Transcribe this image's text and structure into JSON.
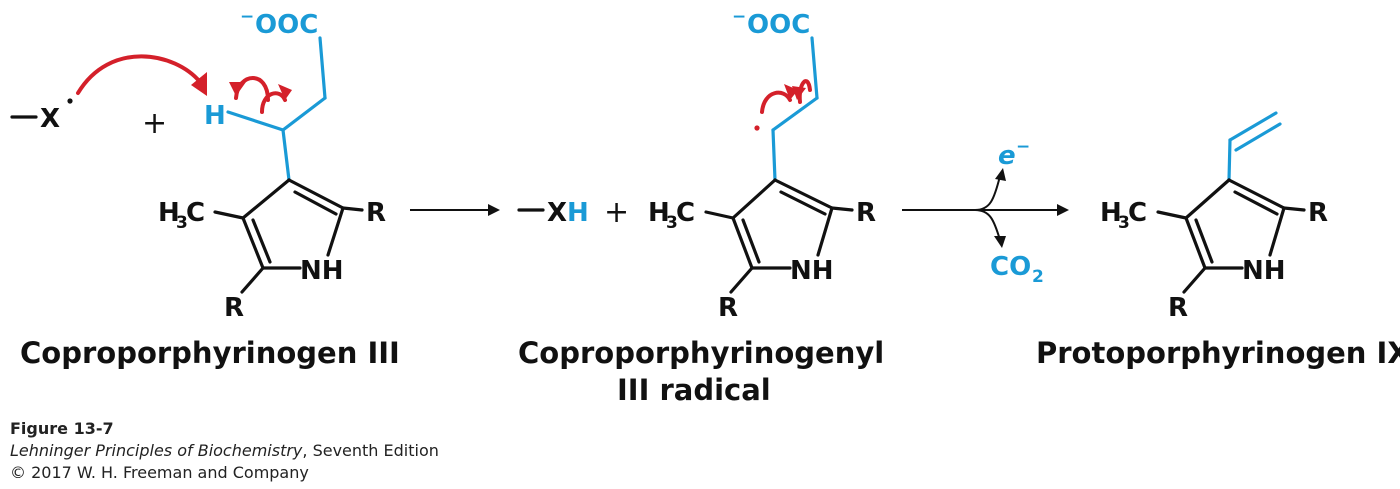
{
  "reactant": {
    "radical_atom": "X",
    "h_label": "H",
    "carboxylate_label": "OOC",
    "charge": "−",
    "methyl": "H",
    "methyl_sub": "3",
    "methyl_c": "C",
    "r1": "R",
    "r2": "R",
    "nh": "NH",
    "name": "Coproporphyrinogen III"
  },
  "intermediate": {
    "xh_x": "X",
    "xh_h": "H",
    "carboxylate_label": "OOC",
    "charge": "−",
    "methyl": "H",
    "methyl_sub": "3",
    "methyl_c": "C",
    "r1": "R",
    "r2": "R",
    "nh": "NH",
    "name_line1": "Coproporphyrinogenyl",
    "name_line2": "III radical"
  },
  "product": {
    "methyl": "H",
    "methyl_sub": "3",
    "methyl_c": "C",
    "r1": "R",
    "r2": "R",
    "nh": "NH",
    "name": "Protoporphyrinogen IX"
  },
  "side_products": {
    "electron": "e",
    "electron_sup": "−",
    "co2": "CO",
    "co2_sub": "2"
  },
  "plus": "+",
  "caption": {
    "figure": "Figure 13-7",
    "book": "Lehninger Principles of Biochemistry",
    "edition": ", Seventh Edition",
    "copyright": "© 2017 W. H. Freeman and Company"
  },
  "colors": {
    "blue": "#1a9ad6",
    "red": "#d4202a",
    "black": "#111111"
  }
}
